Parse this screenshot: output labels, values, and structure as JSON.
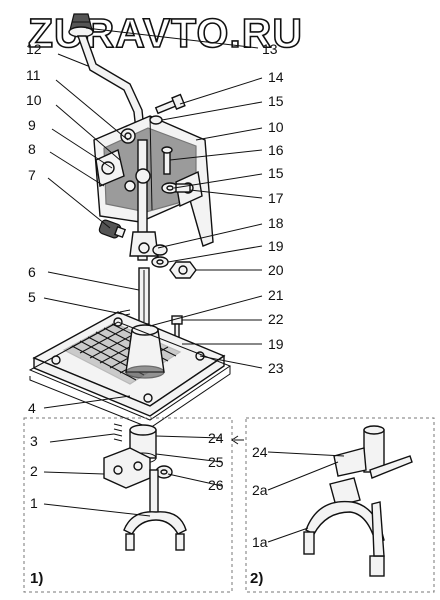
{
  "watermark": "ZURAVTO.RU",
  "callouts": [
    {
      "id": "13",
      "text": "13"
    },
    {
      "id": "12",
      "text": "12"
    },
    {
      "id": "11",
      "text": "11"
    },
    {
      "id": "10a",
      "text": "10"
    },
    {
      "id": "9",
      "text": "9"
    },
    {
      "id": "8",
      "text": "8"
    },
    {
      "id": "7",
      "text": "7"
    },
    {
      "id": "14",
      "text": "14"
    },
    {
      "id": "15a",
      "text": "15"
    },
    {
      "id": "10b",
      "text": "10"
    },
    {
      "id": "16",
      "text": "16"
    },
    {
      "id": "15b",
      "text": "15"
    },
    {
      "id": "17",
      "text": "17"
    },
    {
      "id": "18",
      "text": "18"
    },
    {
      "id": "19a",
      "text": "19"
    },
    {
      "id": "20",
      "text": "20"
    },
    {
      "id": "6",
      "text": "6"
    },
    {
      "id": "5",
      "text": "5"
    },
    {
      "id": "21",
      "text": "21"
    },
    {
      "id": "22",
      "text": "22"
    },
    {
      "id": "19b",
      "text": "19"
    },
    {
      "id": "23",
      "text": "23"
    },
    {
      "id": "4",
      "text": "4"
    },
    {
      "id": "3",
      "text": "3"
    },
    {
      "id": "24a",
      "text": "24"
    },
    {
      "id": "25",
      "text": "25"
    },
    {
      "id": "2",
      "text": "2"
    },
    {
      "id": "26",
      "text": "26"
    },
    {
      "id": "1",
      "text": "1"
    },
    {
      "id": "24b",
      "text": "24"
    },
    {
      "id": "2a",
      "text": "2a"
    },
    {
      "id": "1a",
      "text": "1a"
    }
  ],
  "panels": {
    "left_label": "1)",
    "right_label": "2)"
  }
}
